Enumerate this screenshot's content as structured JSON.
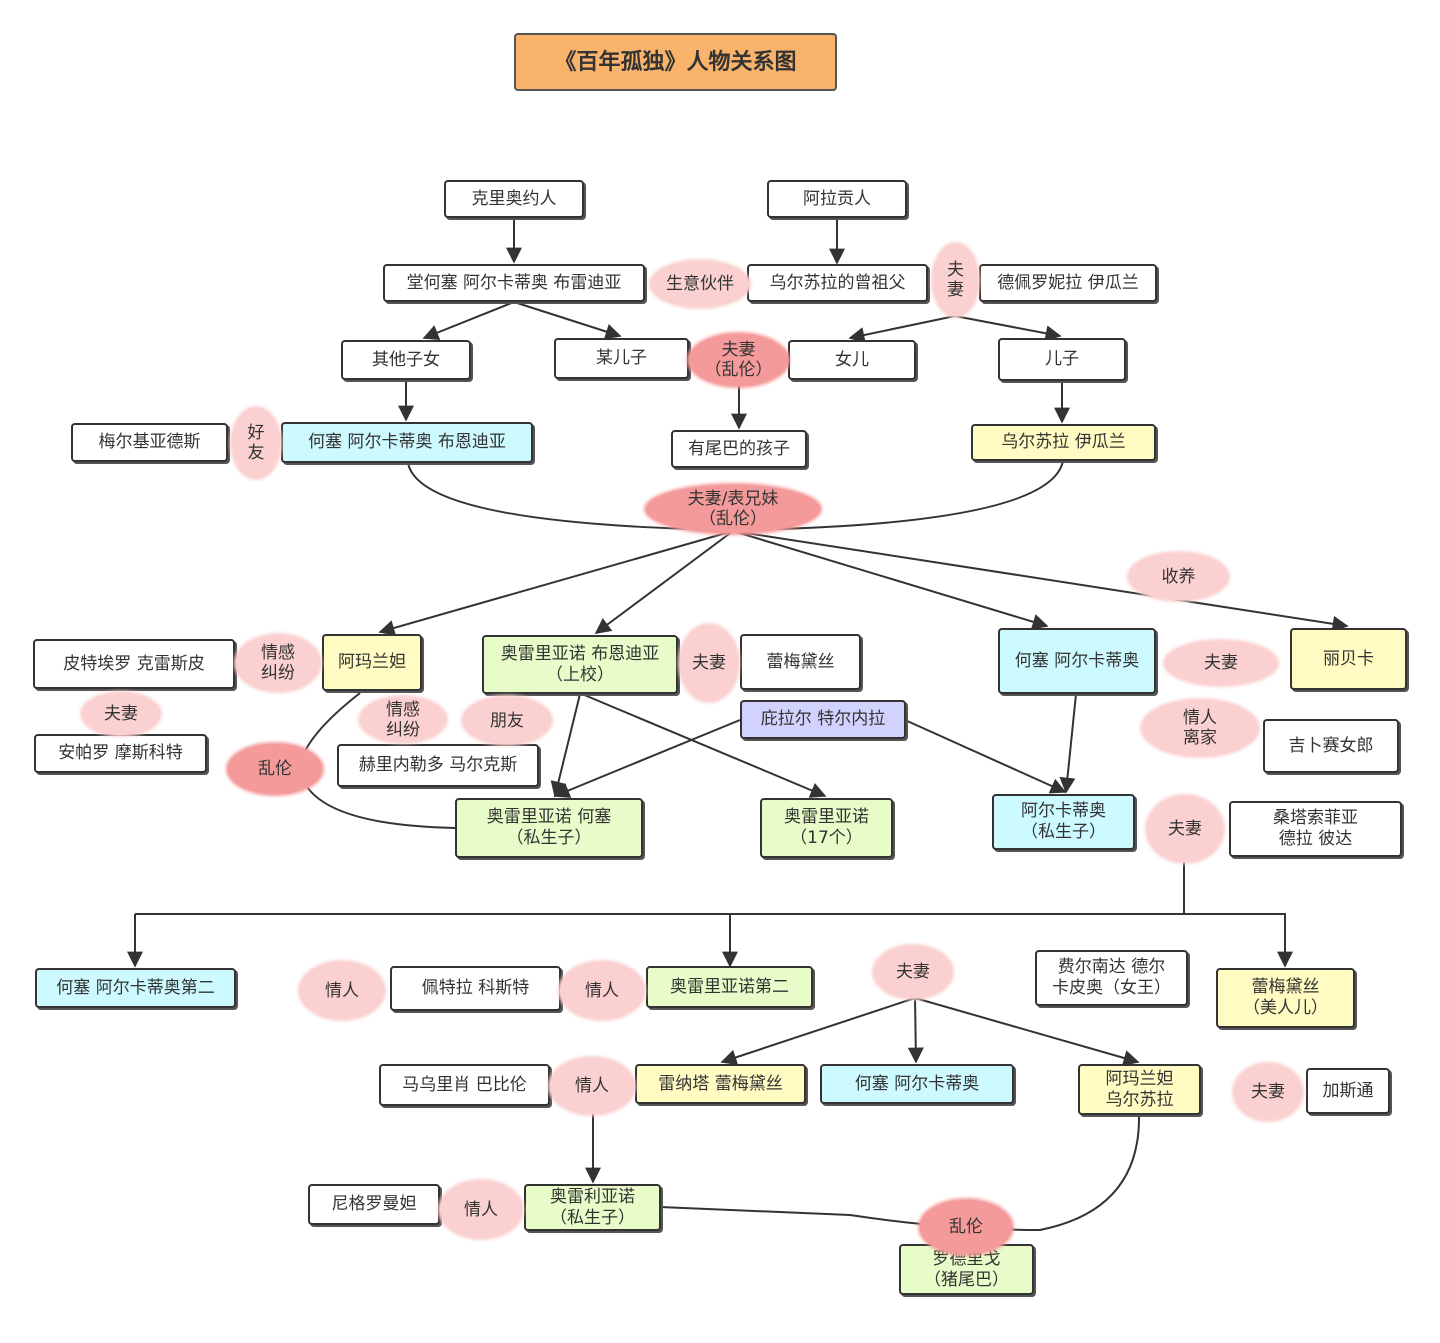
{
  "title": "《百年孤独》人物关系图",
  "nodes": {
    "kelioyue": "克里奥约人",
    "alagong": "阿拉贡人",
    "tanghesai": "堂何塞 阿尔卡蒂奥 布雷迪亚",
    "zengzufu": "乌尔苏拉的曾祖父",
    "depeiluo": "德佩罗妮拉 伊瓜兰",
    "qitazinv": "其他子女",
    "mouerzi": "某儿子",
    "nver": "女儿",
    "erzi": "儿子",
    "meierji": "梅尔基亚德斯",
    "hesai_buendia": "何塞 阿尔卡蒂奥 布恩迪亚",
    "youweiba": "有尾巴的孩子",
    "wuersula": "乌尔苏拉 伊瓜兰",
    "pite": "皮特埃罗 克雷斯皮",
    "amalanta": "阿玛兰妲",
    "aoleiliya_colonel": "奥雷里亚诺 布恩迪亚\n（上校）",
    "leimeidaisi": "蕾梅黛丝",
    "hesai_aerka": "何塞 阿尔卡蒂奥",
    "libeika": "丽贝卡",
    "anpaluo": "安帕罗 摩斯科特",
    "helinei": "赫里内勒多 马尔克斯",
    "pilaer": "庇拉尔 特尔内拉",
    "jibusai": "吉卜赛女郎",
    "aoleiliya_hesai": "奥雷里亚诺 何塞\n（私生子）",
    "aoleiliya_17": "奥雷里亚诺\n（17个）",
    "aerka_illegit": "阿尔卡蒂奥\n（私生子）",
    "sangtasuo": "桑塔索菲亚\n德拉 彼达",
    "hesai_second": "何塞 阿尔卡蒂奥第二",
    "peitela": "佩特拉 科斯特",
    "aoleiliya_second": "奥雷里亚诺第二",
    "feiernanda": "费尔南达 德尔\n卡皮奥（女王）",
    "leimeidaisi_beauty": "蕾梅黛丝\n（美人儿）",
    "mawulixiao": "马乌里肖 巴比伦",
    "leinata": "雷纳塔 蕾梅黛丝",
    "hesai_last": "何塞 阿尔卡蒂奥",
    "amalanta_wuersula": "阿玛兰妲\n乌尔苏拉",
    "jiasitong": "加斯通",
    "nigeluoman": "尼格罗曼妲",
    "aoleiliya_last": "奥雷利亚诺\n（私生子）",
    "luodeligo": "罗德里戈\n（猪尾巴）"
  },
  "relations": {
    "business_partner": "生意伙伴",
    "spouse_vertical": "夫\n妻",
    "spouse_incest": "夫妻\n（乱伦）",
    "friend_vertical": "好\n友",
    "spouse_cousin": "夫妻/表兄妹\n（乱伦）",
    "adopt": "收养",
    "affair_pite": "情感\n纠纷",
    "spouse_colonel": "夫妻",
    "spouse_hesai": "夫妻",
    "spouse_pite": "夫妻",
    "affair_helinei": "情感\n纠纷",
    "friend_helinei": "朋友",
    "lovers_leave": "情人\n离家",
    "incest_amalanta": "乱伦",
    "spouse_sangta": "夫妻",
    "lover_peitela": "情人",
    "lover_aoleiliya2": "情人",
    "spouse_feiernanda": "夫妻",
    "lover_mawulixiao": "情人",
    "spouse_jiasitong": "夫妻",
    "lover_nigeluo": "情人",
    "incest_final": "乱伦"
  },
  "colors": {
    "title_fill": "#f9b36b",
    "blue_fill": "#ccfaff",
    "green_fill": "#e7fcc9",
    "yellow_fill": "#fffbc2",
    "purple_fill": "#d2d2ff",
    "bubble_light": "#fbd0d0",
    "bubble_dark": "#f59a9a",
    "line": "#333333"
  }
}
